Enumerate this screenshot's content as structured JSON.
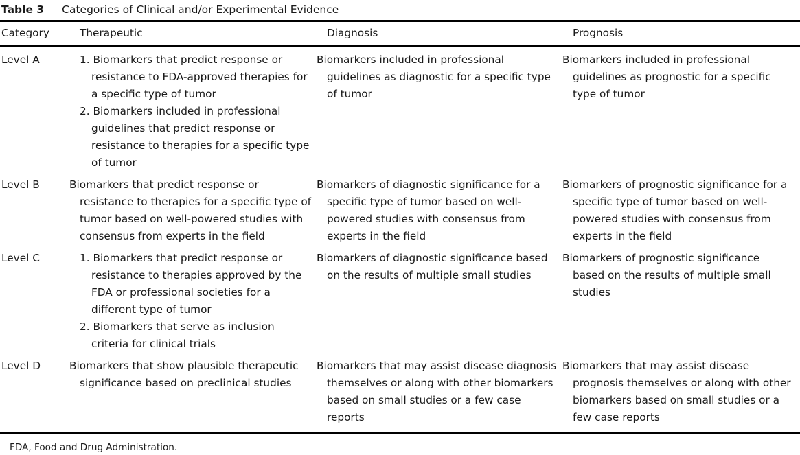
{
  "caption": {
    "label": "Table 3",
    "text": "Categories of Clinical and/or Experimental Evidence"
  },
  "columns": [
    "Category",
    "Therapeutic",
    "Diagnosis",
    "Prognosis"
  ],
  "rows": [
    {
      "category": "Level A",
      "therapeutic_items": [
        {
          "num": "1.",
          "text": "Biomarkers that predict response or resistance to FDA-approved therapies for a specific type of tumor"
        },
        {
          "num": "2.",
          "text": "Biomarkers included in professional guidelines that predict response or resistance to therapies for a specific type of tumor"
        }
      ],
      "therapeutic_text": "",
      "diagnosis": "Biomarkers included in professional guidelines as diagnostic for a specific type of tumor",
      "prognosis": "Biomarkers included in professional guidelines as prognostic for a specific type of tumor"
    },
    {
      "category": "Level B",
      "therapeutic_items": [],
      "therapeutic_text": "Biomarkers that predict response or resistance to therapies for a specific type of tumor based on well-powered studies with consensus from experts in the field",
      "diagnosis": "Biomarkers of diagnostic significance for a specific type of tumor based on well-powered studies with consensus from experts in the field",
      "prognosis": "Biomarkers of prognostic significance for a specific type of tumor based on well-powered studies with consensus from experts in the field"
    },
    {
      "category": "Level C",
      "therapeutic_items": [
        {
          "num": "1.",
          "text": "Biomarkers that predict response or resistance to therapies approved by the FDA or professional societies for a different type of tumor"
        },
        {
          "num": "2.",
          "text": "Biomarkers that serve as inclusion criteria for clinical trials"
        }
      ],
      "therapeutic_text": "",
      "diagnosis": "Biomarkers of diagnostic significance based on the results of multiple small studies",
      "prognosis": "Biomarkers of prognostic significance based on the results of multiple small studies"
    },
    {
      "category": "Level D",
      "therapeutic_items": [],
      "therapeutic_text": "Biomarkers that show plausible therapeutic significance based on preclinical studies",
      "diagnosis": "Biomarkers that may assist disease diagnosis themselves or along with other biomarkers based on small studies or a few case reports",
      "prognosis": "Biomarkers that may assist disease prognosis themselves or along with other biomarkers based on small studies or a few case reports"
    }
  ],
  "footnote": "FDA, Food and Drug Administration."
}
